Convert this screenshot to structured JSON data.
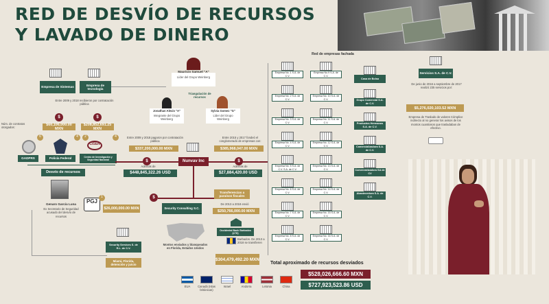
{
  "title": {
    "line1": "RED DE DESVÍO DE RECURSOS",
    "line2": "Y LAVADO DE DINERO"
  },
  "left": {
    "empresa_sistemas": "Empresa de Sistemas",
    "empresa_tecnologia": "Empresa de tecnología",
    "entre_note": "Entre 2009 y 2018 recibieron por contratación pública",
    "num_contratos": "Núm. de contratos otorgados:",
    "amount1": "$60,106,000.00 MXN",
    "amount2": "$208,852,691.25 MXN",
    "count1": "6",
    "count2": "4",
    "count3": "2",
    "count4": "4",
    "gadpr": "GADPRS",
    "policia": "Policía Federal",
    "cisen": "Centro de Investigación y Seguridad Nacional",
    "cisen_logo": "CISEN",
    "desvio": "Desvío de recursos",
    "genaro_name": "Genaro García Luna",
    "genaro_desc": "Ex Secretario de Seguridad acusado del desvío de recursos",
    "pgj": "PGJ",
    "pgj_amount": "$26,000,000.00 MXN",
    "security_services": "Security Services S. de R.L. de C.V.",
    "miami": "Miami, Florida, detención y juicio"
  },
  "center": {
    "mauricio_name": "Mauricio Samuel \"A\"",
    "mauricio_desc": "Líder del Grupo Weinberg",
    "jonathan_name": "Jonathan Alexis \"A\"",
    "jonathan_desc": "Integrante del Grupo Weinberg",
    "sylvia_name": "Sylvia Gomez \"G\"",
    "sylvia_desc": "Líder del Grupo Weinberg",
    "triangulacion": "Triangulación de recursos",
    "entre2009_note": "Entre 2009 y 2018 pagaron por contratación pública",
    "amount_337": "$337,200,000.00 MXN",
    "nunvav": "Nunvav Inc",
    "ademas_label": "Además de",
    "amount_448": "$448,845,322.26 USD",
    "entre2015_note": "Entre 2015 y 2017 fondeó el conglomerado de empresas con:",
    "amount_385": "$385,968,047.00 MXN",
    "ademas2_label": "Además de",
    "amount_27": "$27,884,420.00 USD",
    "transferencias": "Transferencias a paraísos fiscales",
    "de2013": "De 2013 a 2018 envió",
    "amount_250": "$250,766,000.00 MXN",
    "security_consulting": "Security Consulting S.C.",
    "montos_note": "Montos enviados y blanqueados en Florida, Estados Unidos",
    "barbados_bank": "Occidental Bank Barbados (LTD)",
    "barbados_note": "Barbados. De 2013 a 2018 se transfieren",
    "amount_304": "$304,479,492.20 MXN"
  },
  "network": {
    "title": "Red de empresas fachada",
    "col1": [
      "Empresa No. 1 S.A. de C.V.",
      "Empresa No. 2 S.A. de C.V.",
      "Empresa No. 3 S.A. de C.V.",
      "Empresa No. 4 S.A. de C.V.",
      "Empresa No. 5 S.A. de C.V. S.A. de C.V.",
      "Empresa No. 6 S.A. de C.V.",
      "Empresa No. 7 S.A. de C.V.",
      "Empresa No. 8 S.A. de C.V."
    ],
    "col2": [
      "Empresa No.9 S.A. de C.V.",
      "Empresa No. 10 S.A. de C.V.",
      "Empresa No. 11 S.A. de C.V.",
      "Empresa No. 12 S.A. de C.V.",
      "Empresa No. 13 S.A. de C.V.",
      "Empresa No. 14 S.A. de C.V.",
      "Empresa No. 15 S.A. de C.V.",
      "Empresa No. 16 S.A. de C.V."
    ],
    "col3": [
      "Casa de Bolsa",
      "Grupo Comercial S.A. de C.V.",
      "Productos Hermanos S.A. de C.V.",
      "Comercializadora S.A. de C.V.",
      "Comercializadora SA de CV",
      "Abastecedora S.A. de C.V."
    ]
  },
  "right": {
    "servicios": "Servicios S.A. de C.V.",
    "servicios_note": "De junio de 2016 a septiembre de 2017 realizó 235 servicios por:",
    "amount_5276": "$5,276,020,103.52 MXN",
    "traslado_note": "Empresa de Traslado de valores Cómplice indirecto al no generar los avisos de los montos cuantiosos que trasladaban de efectivo."
  },
  "totals": {
    "label": "Total aproximado de recursos desviados",
    "mxn": "$528,026,666.60 MXN",
    "usd": "$727,923,523.86 USD"
  },
  "flags": [
    "EUA",
    "Canadá (Islas británicas)",
    "Israel",
    "Andorra",
    "Letonia",
    "China"
  ],
  "colors": {
    "dark_green": "#2e5e4e",
    "gold": "#bd9a52",
    "maroon": "#7a1f2b",
    "background": "#ebe6dc"
  }
}
